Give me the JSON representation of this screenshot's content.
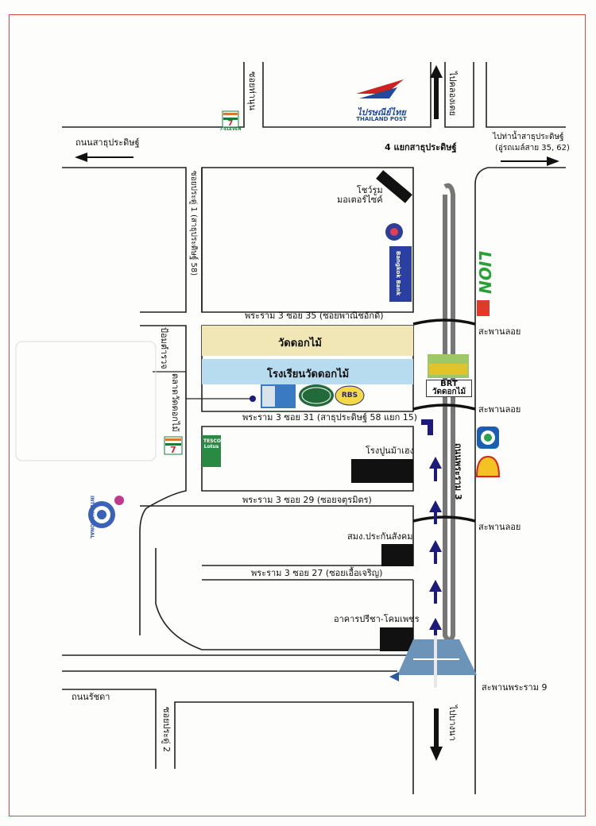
{
  "roads": {
    "sathu_pradit_left": "ถนนสาธุประดิษฐ์",
    "soi_tha_nun": "ซอยท่านุน",
    "to_khlong_toei": "ไปคลองเตย",
    "junction": "4 แยกสาธุประดิษฐ์",
    "to_tha_nam": "ไปท่าน้ำสาธุประดิษฐ์",
    "bus_routes": "(อู่รถเมล์สาย 35, 62)",
    "soi_pradu_1": "ซอยประดู่ 1 (สาธุประดิษฐ์ 58)",
    "soi_35": "พระราม 3 ซอย 35 (ซอยพาณิชอักดี)",
    "soi_31": "พระราม 3 ซอย 31 (สาธุประดิษฐ์ 58 แยก 15)",
    "soi_29": "พระราม 3 ซอย 29 (ซอยจตุรมิตร)",
    "soi_27": "พระราม 3 ซอย 27 (ซอยเอื้อเจริญ)",
    "rama3": "ถนนพระราม 3",
    "ratchada": "ถนนรัชดา",
    "soi_pradu_2": "ซอยประดู่ 2",
    "to_bang_na": "ไปบางนา",
    "police_box": "ป้อมตำรวจ",
    "market": "ตลาดวัดดอกไม้"
  },
  "places": {
    "showroom": "โชว์รูม\nมอเตอร์ไซค์",
    "wat": "วัดดอกไม้",
    "school": "โรงเรียนวัดดอกไม้",
    "brt": "BRT\nวัดดอกไม้",
    "cement": "โรงปูนม้าเฮง",
    "samakom": "สมง.ประกันสังคม",
    "building": "อาคารปรีชา-โคมเพชร"
  },
  "bridges": {
    "b1": "สะพานลอย",
    "b2": "สะพานลอย",
    "b3": "สะพานลอย",
    "rama9": "สะพานพระราม 9"
  },
  "logos": {
    "seven_eleven": "7-ELEVEN",
    "thailand_post_th": "ไปรษณีย์ไทย",
    "thailand_post_en": "THAILAND POST",
    "bangkok_bank": "Bangkok Bank",
    "lion": "LION",
    "tesco": "TESCO\nLotus",
    "rbs": "RBS",
    "iica": "INTERNATIONAL"
  },
  "colors": {
    "arrow": "#1c1a7a",
    "wat_band": "#f1e6b6",
    "school_band": "#b8dcef",
    "road_line": "#222222",
    "frame": "#d84a4a"
  }
}
